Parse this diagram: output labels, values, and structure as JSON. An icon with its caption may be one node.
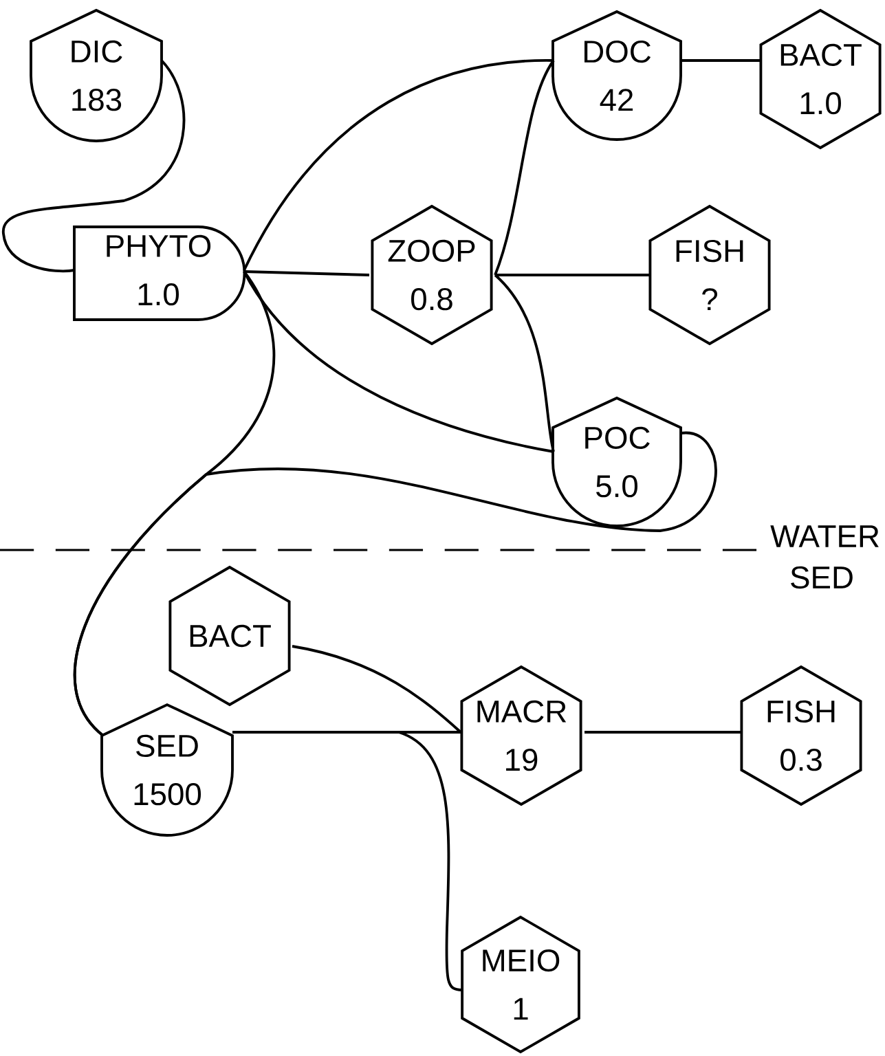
{
  "diagram": {
    "nodes": [
      {
        "text": [
          "DIC",
          "183"
        ]
      },
      {
        "text": [
          "DOC",
          "42"
        ]
      },
      {
        "text": [
          "BACT",
          "1.0"
        ]
      },
      {
        "text": [
          "PHYTO",
          "1.0"
        ]
      },
      {
        "text": [
          "ZOOP",
          "0.8"
        ]
      },
      {
        "text": [
          "FISH",
          "?"
        ]
      },
      {
        "text": [
          "POC",
          "5.0"
        ]
      },
      {
        "text": [
          "BACT"
        ]
      },
      {
        "text": [
          "SED",
          "1500"
        ]
      },
      {
        "text": [
          "MACR",
          "19"
        ]
      },
      {
        "text": [
          "FISH",
          "0.3"
        ]
      },
      {
        "text": [
          "MEIO",
          "1"
        ]
      }
    ],
    "edges": [
      {
        "from": 0,
        "to": 3,
        "arrow": "none"
      },
      {
        "from": 3,
        "to": 1,
        "arrow": "none"
      },
      {
        "from": 3,
        "to": 4,
        "arrow": "none"
      },
      {
        "from": 3,
        "to": 6,
        "arrow": "none"
      },
      {
        "from": 3,
        "to": 8,
        "arrow": "none"
      },
      {
        "from": 6,
        "to": 8,
        "arrow": "none"
      },
      {
        "from": 1,
        "to": 2,
        "arrow": "none"
      },
      {
        "from": 4,
        "to": 1,
        "arrow": "none"
      },
      {
        "from": 4,
        "to": 5,
        "arrow": "none"
      },
      {
        "from": 4,
        "to": 6,
        "arrow": "none"
      },
      {
        "from": 7,
        "to": 9,
        "arrow": "none"
      },
      {
        "from": 8,
        "to": 9,
        "arrow": "none"
      },
      {
        "from": 8,
        "to": 11,
        "arrow": "none"
      },
      {
        "from": 9,
        "to": 10,
        "arrow": "none"
      }
    ],
    "labels": [
      "WATER",
      "SED"
    ]
  }
}
